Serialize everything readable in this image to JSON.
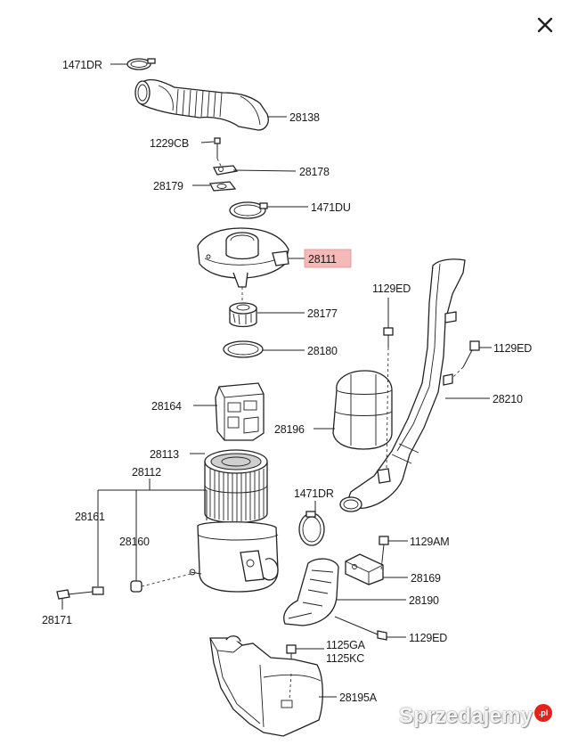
{
  "close_icon": "close-icon",
  "watermark": {
    "text": "Sprzedajemy",
    "badge": ".pl"
  },
  "highlight_color": "#f5b9b9",
  "labels": {
    "l1471dr_top": "1471DR",
    "l28138": "28138",
    "l1229cb": "1229CB",
    "l28178": "28178",
    "l28179": "28179",
    "l1471du": "1471DU",
    "l28111": "28111",
    "l1129ed_top": "1129ED",
    "l28177": "28177",
    "l1129ed_right": "1129ED",
    "l28180": "28180",
    "l28210": "28210",
    "l28164": "28164",
    "l28196": "28196",
    "l28113": "28113",
    "l28112": "28112",
    "l1471dr_mid": "1471DR",
    "l28161": "28161",
    "l28160": "28160",
    "l1129am": "1129AM",
    "l28169": "28169",
    "l28190": "28190",
    "l28171": "28171",
    "l1125ga": "1125GA",
    "l1129ed_bottom": "1129ED",
    "l1125kc": "1125KC",
    "l28195a": "28195A"
  }
}
